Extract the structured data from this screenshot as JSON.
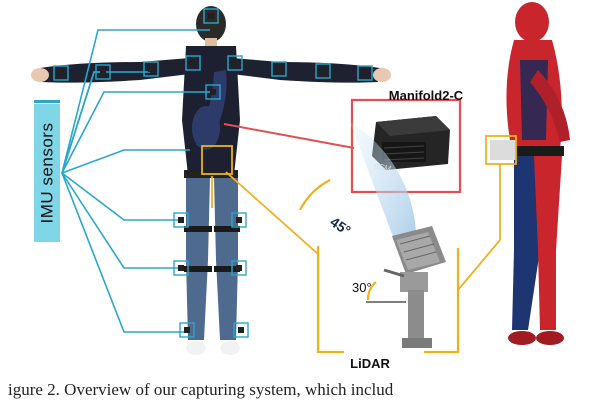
{
  "labels": {
    "imu": "IMU sensors",
    "manifold": "Manifold2-C",
    "lidar": "LiDAR",
    "angle_cone": "45°",
    "angle_mount": "30°",
    "device_logo": "9CM"
  },
  "caption": "igure 2.   Overview of our capturing system, which includ",
  "colors": {
    "imu": "#2aa7c9",
    "imu_label_bg": "#7fd6e6",
    "manifold": "#e05050",
    "lidar": "#f0b020",
    "cone": "#cfe6f5"
  }
}
